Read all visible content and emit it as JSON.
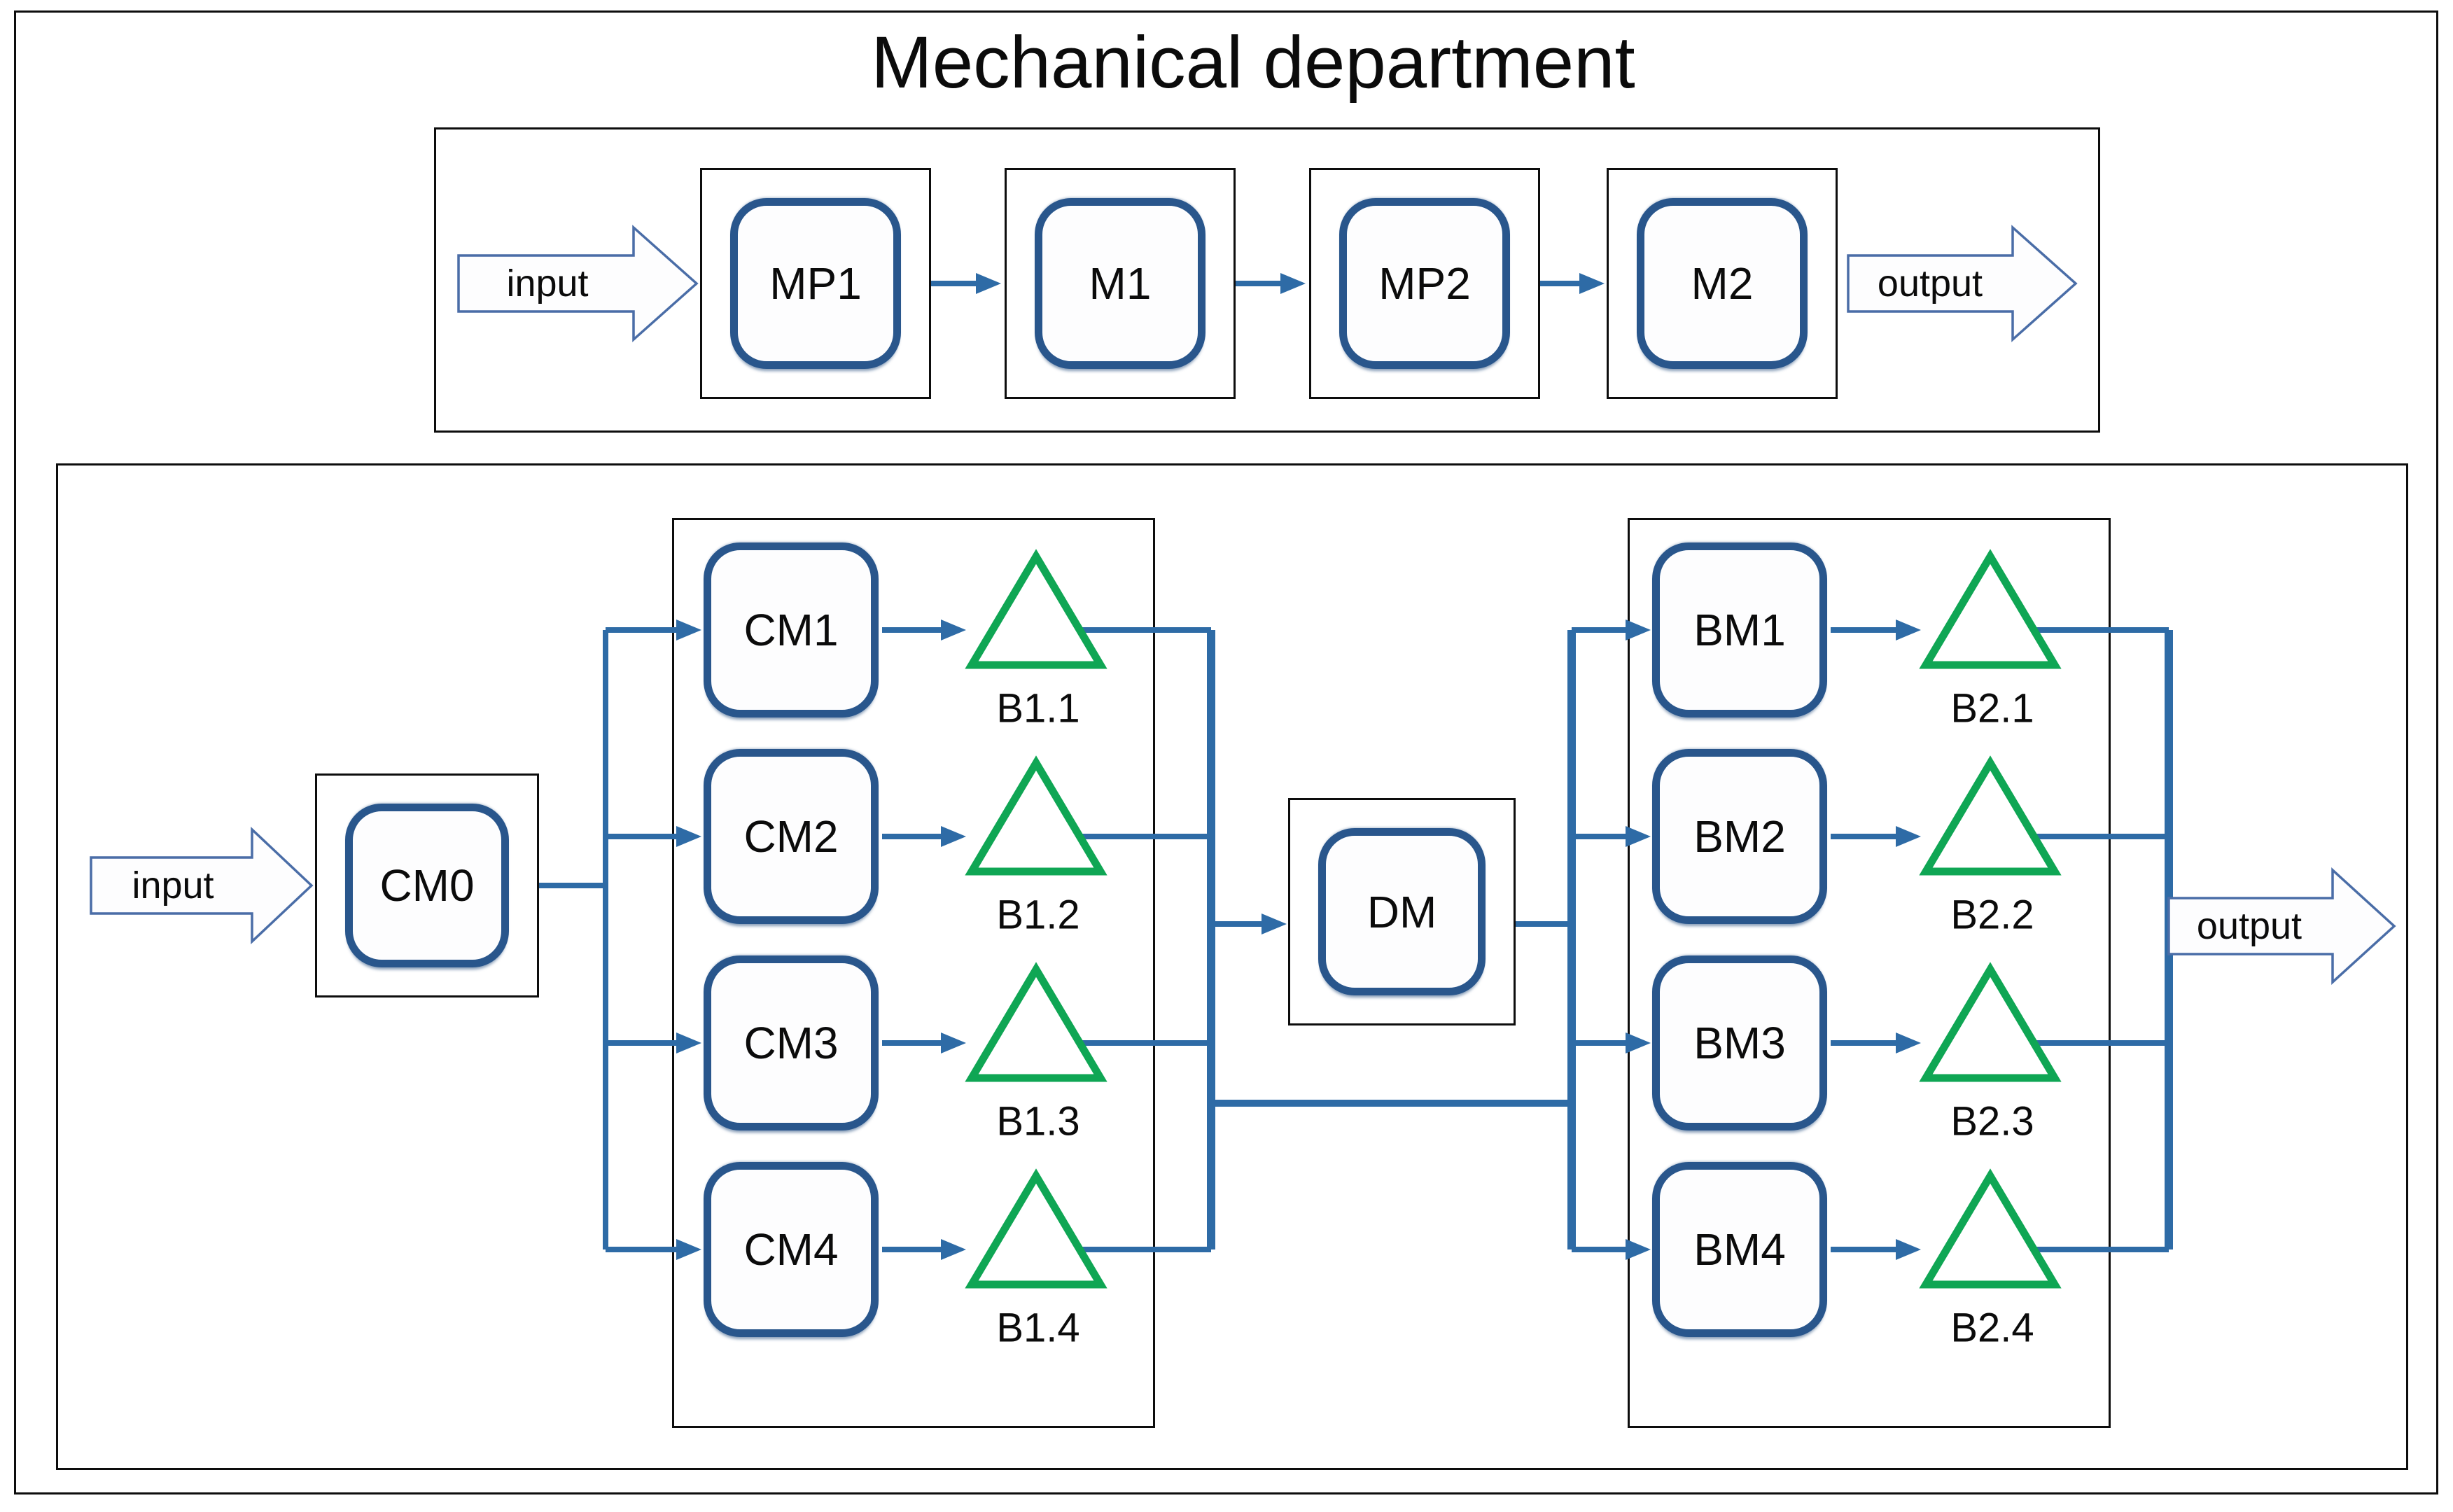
{
  "title": "Mechanical department",
  "colors": {
    "node_border": "#29568C",
    "wire_blue": "#2E6BA6",
    "flow_arrow_outline": "#4A6DA7",
    "buffer_green": "#0FA654",
    "frame_black": "#0D0D0D"
  },
  "top_section": {
    "input_label": "input",
    "output_label": "output",
    "machines": [
      {
        "label": "MP1"
      },
      {
        "label": "M1"
      },
      {
        "label": "MP2"
      },
      {
        "label": "M2"
      }
    ]
  },
  "bottom_section": {
    "input_label": "input",
    "output_label": "output",
    "source_machine": {
      "label": "CM0"
    },
    "divider_machine": {
      "label": "DM"
    },
    "left_group": {
      "machines": [
        {
          "label": "CM1",
          "buffer": "B1.1"
        },
        {
          "label": "CM2",
          "buffer": "B1.2"
        },
        {
          "label": "CM3",
          "buffer": "B1.3"
        },
        {
          "label": "CM4",
          "buffer": "B1.4"
        }
      ]
    },
    "right_group": {
      "machines": [
        {
          "label": "BM1",
          "buffer": "B2.1"
        },
        {
          "label": "BM2",
          "buffer": "B2.2"
        },
        {
          "label": "BM3",
          "buffer": "B2.3"
        },
        {
          "label": "BM4",
          "buffer": "B2.4"
        }
      ]
    }
  }
}
